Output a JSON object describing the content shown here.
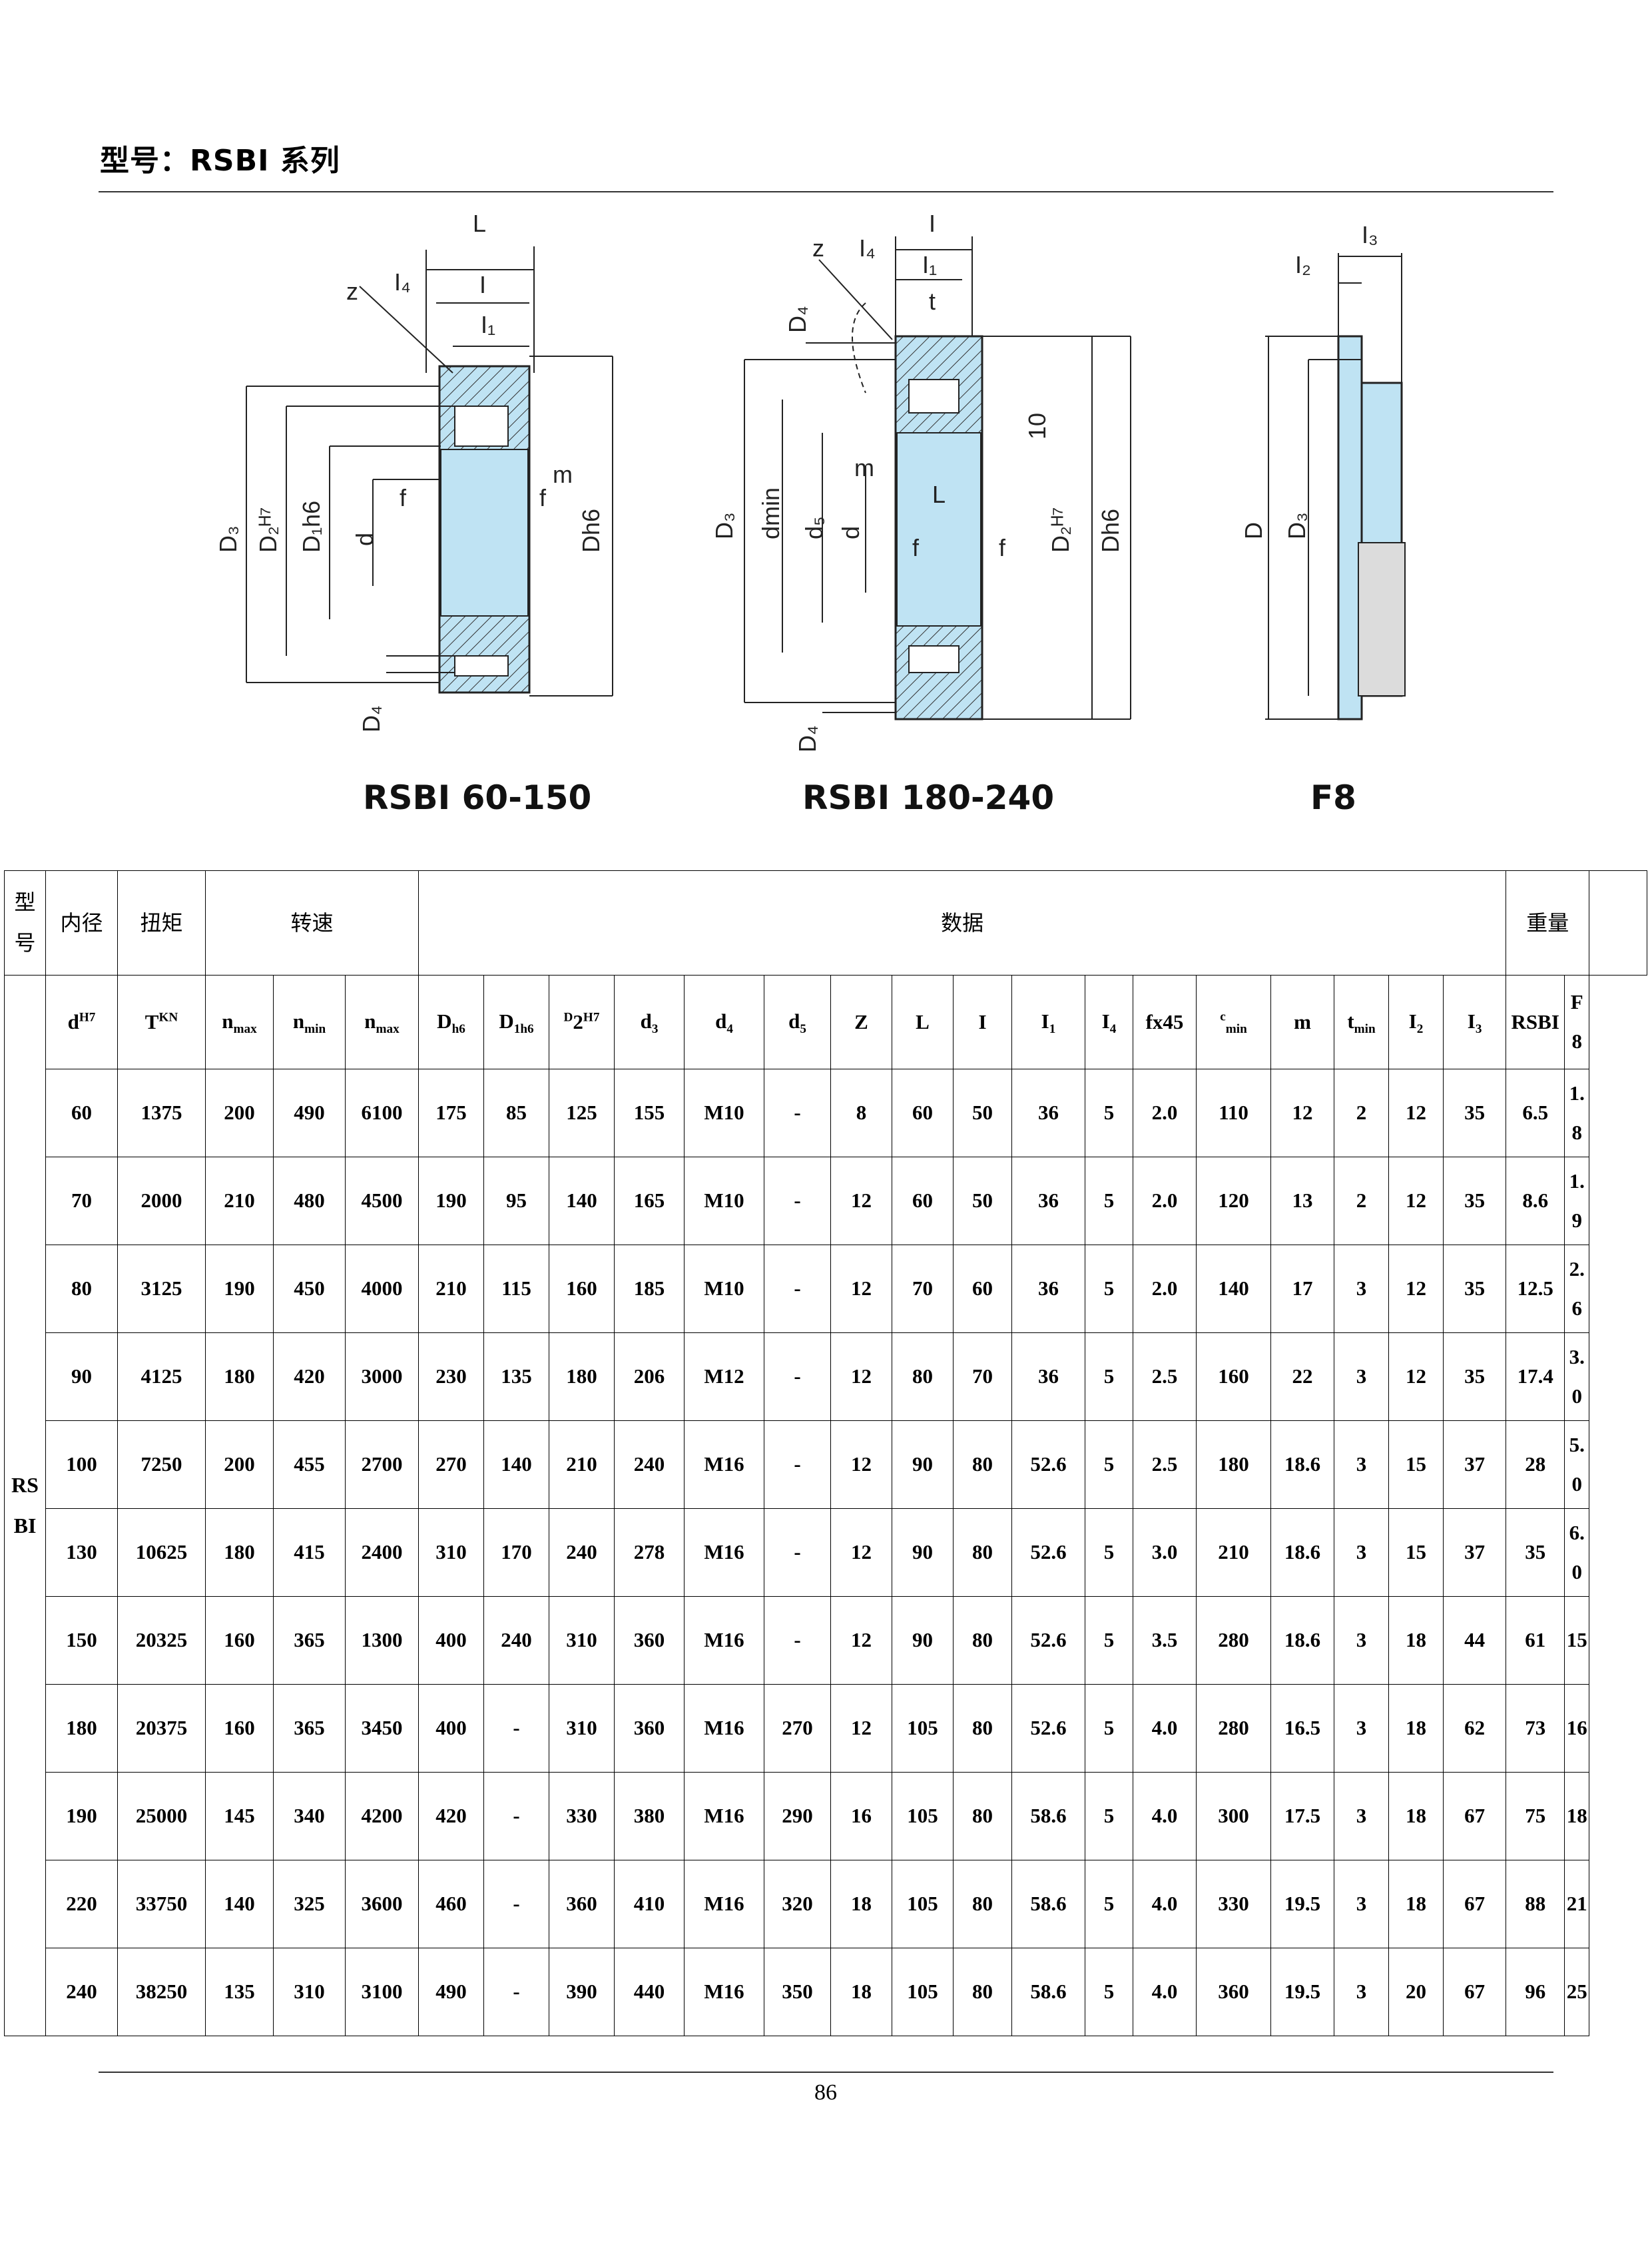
{
  "page_title": "型号：RSBI 系列",
  "page_number": "86",
  "drawings": [
    {
      "caption": "RSBI 60-150",
      "labels": [
        "L",
        "I",
        "I4",
        "I1",
        "z",
        "D3",
        "D2 H7",
        "D1h6",
        "d",
        "f",
        "f",
        "m",
        "Dh6",
        "D4"
      ]
    },
    {
      "caption": "RSBI 180-240",
      "labels": [
        "I",
        "z",
        "I4",
        "I1",
        "t",
        "D4",
        "10",
        "m",
        "L",
        "D3",
        "dmin",
        "d5",
        "d",
        "f",
        "f",
        "D2 H7",
        "Dh6",
        "D4"
      ]
    },
    {
      "caption": "F8",
      "labels": [
        "I3",
        "I2",
        "D",
        "D3"
      ]
    }
  ],
  "table": {
    "group_headers": {
      "model": "型号",
      "bore": "内径",
      "torque": "扭矩",
      "speed": "转速",
      "data": "数据",
      "weight": "重量"
    },
    "model_label": "RSBI",
    "columns": [
      {
        "key": "d",
        "base": "d",
        "sup": "H7"
      },
      {
        "key": "T",
        "base": "T",
        "sup": "KN"
      },
      {
        "key": "nmax1",
        "base": "n",
        "sub": "max"
      },
      {
        "key": "nmin",
        "base": "n",
        "sub": "min"
      },
      {
        "key": "nmax2",
        "base": "n",
        "sub": "max"
      },
      {
        "key": "Dh6",
        "base": "D",
        "sub": "h6"
      },
      {
        "key": "D1h6",
        "base": "D",
        "sub": "1h6"
      },
      {
        "key": "D2H7",
        "pre": "D",
        "base": "2",
        "sup": "H7"
      },
      {
        "key": "d3",
        "base": "d",
        "sub": "3"
      },
      {
        "key": "d4",
        "base": "d",
        "sub": "4"
      },
      {
        "key": "d5",
        "base": "d",
        "sub": "5"
      },
      {
        "key": "Z",
        "base": "Z"
      },
      {
        "key": "L",
        "base": "L"
      },
      {
        "key": "I",
        "base": "I"
      },
      {
        "key": "I1",
        "base": "I",
        "sub": "1"
      },
      {
        "key": "I4",
        "base": "I",
        "sub": "4"
      },
      {
        "key": "fx45",
        "base": "fx45"
      },
      {
        "key": "cmin",
        "pre": "c",
        "base": "",
        "sub": "min"
      },
      {
        "key": "m",
        "base": "m"
      },
      {
        "key": "tmin",
        "base": "t",
        "sub": "min"
      },
      {
        "key": "I2",
        "base": "I",
        "sub": "2"
      },
      {
        "key": "I3",
        "base": "I",
        "sub": "3"
      },
      {
        "key": "RSBI",
        "base": "RSBI"
      },
      {
        "key": "F8",
        "base": "F8"
      }
    ],
    "rows": [
      [
        "60",
        "1375",
        "200",
        "490",
        "6100",
        "175",
        "85",
        "125",
        "155",
        "M10",
        "-",
        "8",
        "60",
        "50",
        "36",
        "5",
        "2.0",
        "110",
        "12",
        "2",
        "12",
        "35",
        "6.5",
        "1.8"
      ],
      [
        "70",
        "2000",
        "210",
        "480",
        "4500",
        "190",
        "95",
        "140",
        "165",
        "M10",
        "-",
        "12",
        "60",
        "50",
        "36",
        "5",
        "2.0",
        "120",
        "13",
        "2",
        "12",
        "35",
        "8.6",
        "1.9"
      ],
      [
        "80",
        "3125",
        "190",
        "450",
        "4000",
        "210",
        "115",
        "160",
        "185",
        "M10",
        "-",
        "12",
        "70",
        "60",
        "36",
        "5",
        "2.0",
        "140",
        "17",
        "3",
        "12",
        "35",
        "12.5",
        "2.6"
      ],
      [
        "90",
        "4125",
        "180",
        "420",
        "3000",
        "230",
        "135",
        "180",
        "206",
        "M12",
        "-",
        "12",
        "80",
        "70",
        "36",
        "5",
        "2.5",
        "160",
        "22",
        "3",
        "12",
        "35",
        "17.4",
        "3.0"
      ],
      [
        "100",
        "7250",
        "200",
        "455",
        "2700",
        "270",
        "140",
        "210",
        "240",
        "M16",
        "-",
        "12",
        "90",
        "80",
        "52.6",
        "5",
        "2.5",
        "180",
        "18.6",
        "3",
        "15",
        "37",
        "28",
        "5.0"
      ],
      [
        "130",
        "10625",
        "180",
        "415",
        "2400",
        "310",
        "170",
        "240",
        "278",
        "M16",
        "-",
        "12",
        "90",
        "80",
        "52.6",
        "5",
        "3.0",
        "210",
        "18.6",
        "3",
        "15",
        "37",
        "35",
        "6.0"
      ],
      [
        "150",
        "20325",
        "160",
        "365",
        "1300",
        "400",
        "240",
        "310",
        "360",
        "M16",
        "-",
        "12",
        "90",
        "80",
        "52.6",
        "5",
        "3.5",
        "280",
        "18.6",
        "3",
        "18",
        "44",
        "61",
        "15"
      ],
      [
        "180",
        "20375",
        "160",
        "365",
        "3450",
        "400",
        "-",
        "310",
        "360",
        "M16",
        "270",
        "12",
        "105",
        "80",
        "52.6",
        "5",
        "4.0",
        "280",
        "16.5",
        "3",
        "18",
        "62",
        "73",
        "16"
      ],
      [
        "190",
        "25000",
        "145",
        "340",
        "4200",
        "420",
        "-",
        "330",
        "380",
        "M16",
        "290",
        "16",
        "105",
        "80",
        "58.6",
        "5",
        "4.0",
        "300",
        "17.5",
        "3",
        "18",
        "67",
        "75",
        "18"
      ],
      [
        "220",
        "33750",
        "140",
        "325",
        "3600",
        "460",
        "-",
        "360",
        "410",
        "M16",
        "320",
        "18",
        "105",
        "80",
        "58.6",
        "5",
        "4.0",
        "330",
        "19.5",
        "3",
        "18",
        "67",
        "88",
        "21"
      ],
      [
        "240",
        "38250",
        "135",
        "310",
        "3100",
        "490",
        "-",
        "390",
        "440",
        "M16",
        "350",
        "18",
        "105",
        "80",
        "58.6",
        "5",
        "4.0",
        "360",
        "19.5",
        "3",
        "20",
        "67",
        "96",
        "25"
      ]
    ]
  }
}
